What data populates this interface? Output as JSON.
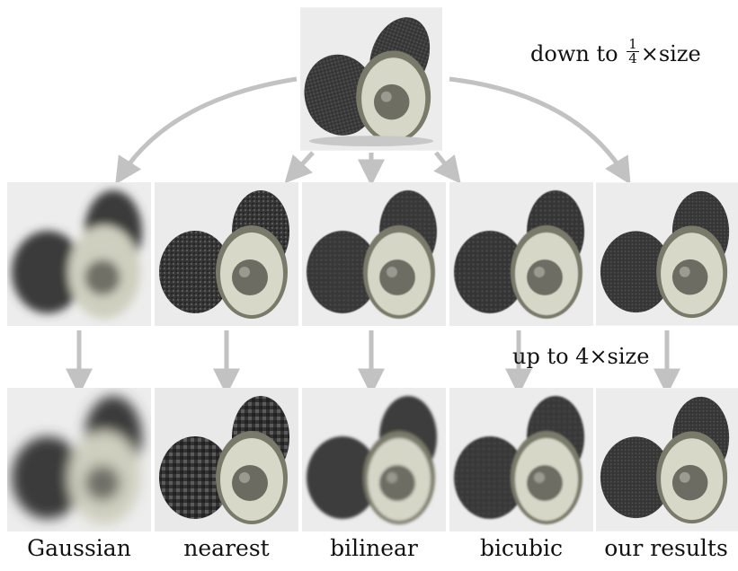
{
  "top_label": {
    "prefix": "down to",
    "fraction_num": "1",
    "fraction_den": "4",
    "suffix": "×size"
  },
  "mid_label": "up to 4×size",
  "captions": [
    "Gaussian",
    "nearest",
    "bilinear",
    "bicubic",
    "our results"
  ],
  "colors": {
    "arrow": "#c2c2c2",
    "background": "#ffffff"
  },
  "images": {
    "top": "avocado-source-image",
    "rows": [
      "downsampled-row",
      "upsampled-row"
    ]
  }
}
